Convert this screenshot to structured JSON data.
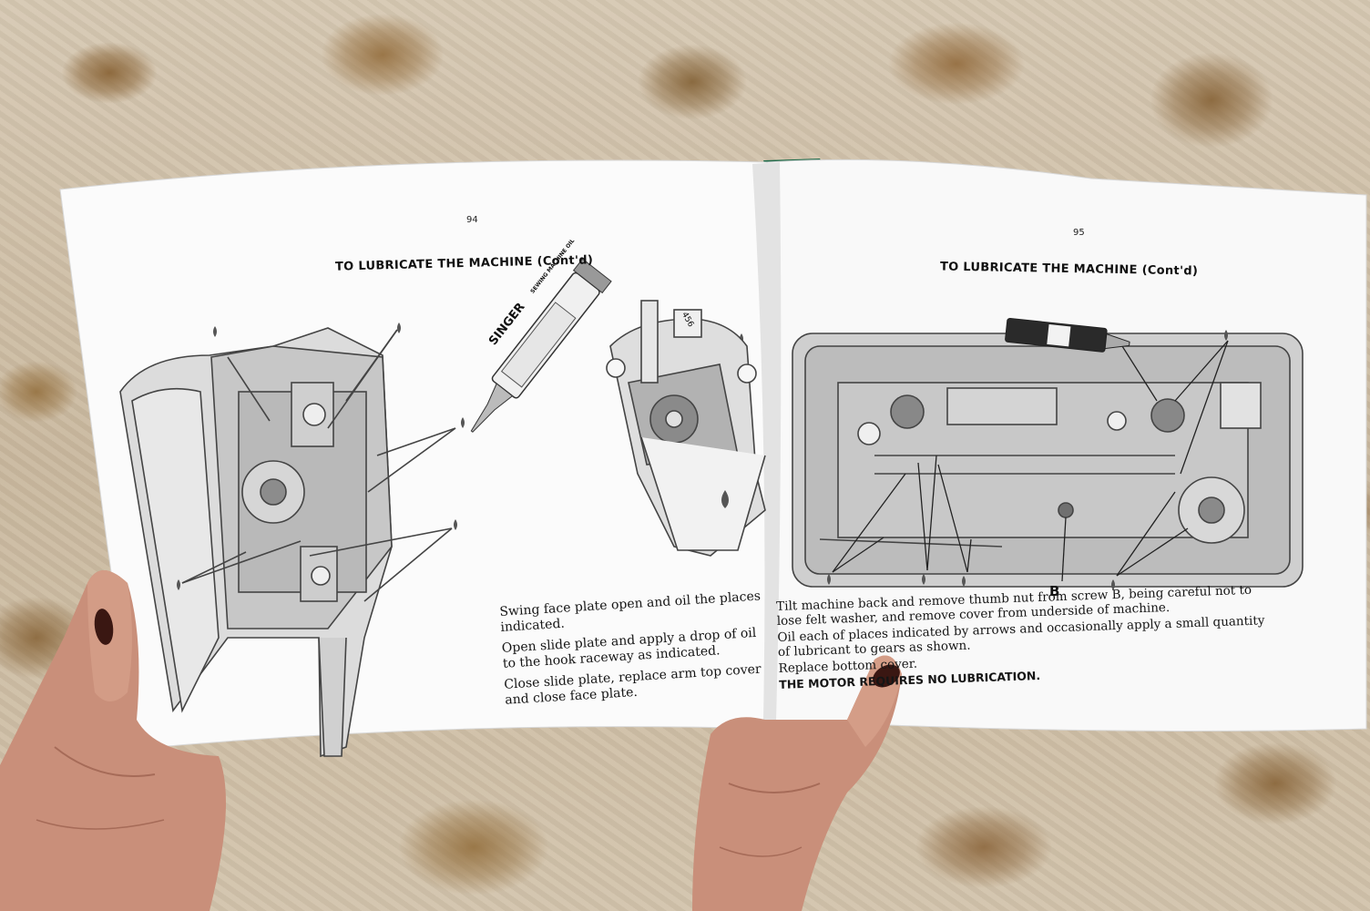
{
  "left_page": {
    "page_number": "94",
    "heading": "TO LUBRICATE THE MACHINE (Cont'd)",
    "oil_can_label": "SINGER",
    "oil_can_sub_label": "SEWING MACHINE OIL",
    "part_number": "456",
    "paragraphs": [
      "Swing face plate open and oil the places indicated.",
      "Open slide plate and apply a drop of oil to the hook raceway as indicated.",
      "Close slide plate, replace arm top cover and close face plate."
    ]
  },
  "right_page": {
    "page_number": "95",
    "heading": "TO LUBRICATE THE MACHINE (Cont'd)",
    "callout_letter": "B",
    "paragraphs": [
      "Tilt machine back and remove thumb nut from screw B, being careful not to lose felt washer, and remove cover from underside of machine.",
      "Oil each of places indicated by arrows and occasionally apply a small quantity of lubricant to gears as shown.",
      "Replace bottom cover."
    ],
    "bold_line": "THE MOTOR REQUIRES NO LUBRICATION."
  },
  "colors": {
    "paper": "#fbfbfb",
    "ink": "#151515",
    "skin": "#c98f7a",
    "nail_polish": "#3a1712",
    "tablecloth": "#cbbca5",
    "flower_print": "#8e6a3e"
  }
}
